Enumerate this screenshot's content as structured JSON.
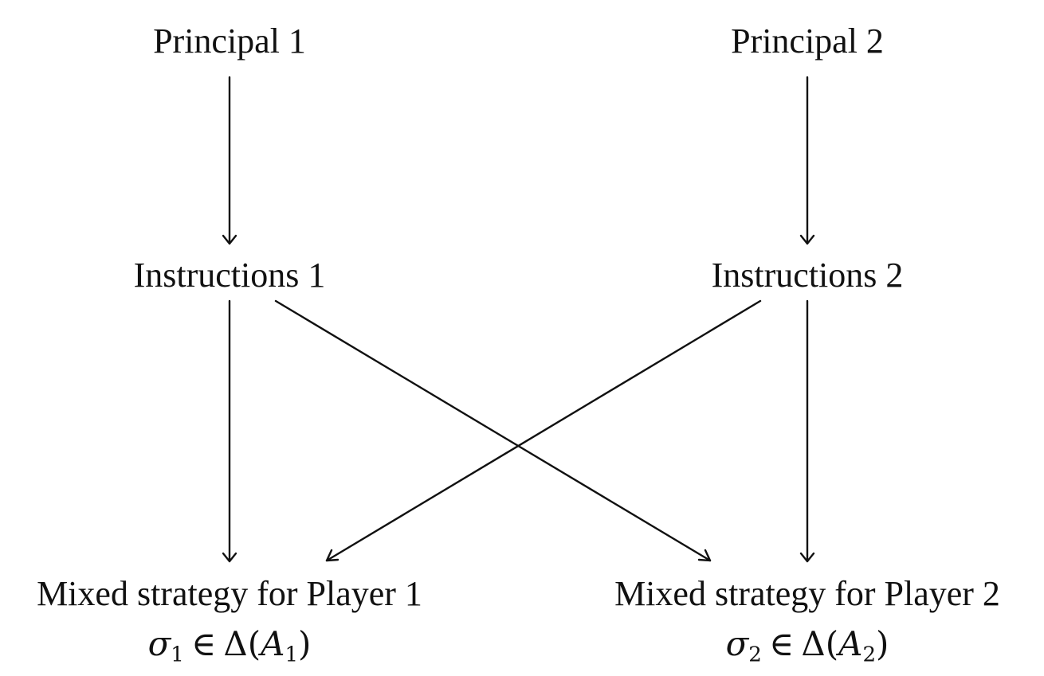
{
  "nodes": {
    "principal_1": "Principal 1",
    "principal_2": "Principal 2",
    "instructions_1": "Instructions 1",
    "instructions_2": "Instructions 2",
    "mixed_strategy_1": "Mixed strategy for Player 1",
    "mixed_strategy_2": "Mixed strategy for Player 2"
  },
  "formulas": {
    "player_1": {
      "sigma": "σ",
      "sub": "1",
      "in": "∈",
      "delta": "Δ(",
      "a": "A",
      "a_sub": "1",
      "close": ")"
    },
    "player_2": {
      "sigma": "σ",
      "sub": "2",
      "in": "∈",
      "delta": "Δ(",
      "a": "A",
      "a_sub": "2",
      "close": ")"
    }
  },
  "edges": [
    {
      "from": "Principal 1",
      "to": "Instructions 1"
    },
    {
      "from": "Principal 2",
      "to": "Instructions 2"
    },
    {
      "from": "Instructions 1",
      "to": "Mixed strategy for Player 1"
    },
    {
      "from": "Instructions 1",
      "to": "Mixed strategy for Player 2"
    },
    {
      "from": "Instructions 2",
      "to": "Mixed strategy for Player 1"
    },
    {
      "from": "Instructions 2",
      "to": "Mixed strategy for Player 2"
    }
  ],
  "colors": {
    "ink": "#111111",
    "background": "#ffffff"
  }
}
